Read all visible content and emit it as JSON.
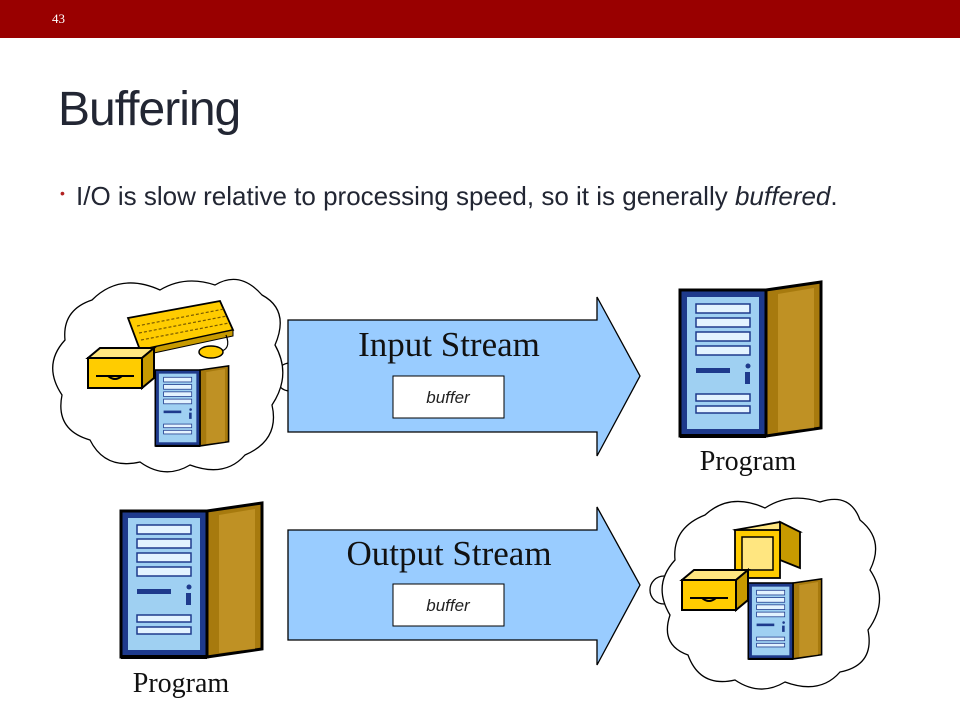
{
  "slide": {
    "number": "43",
    "title": "Buffering",
    "bullet_text": "I/O is slow relative to processing speed, so it is generally ",
    "bullet_emphasis": "buffered",
    "bullet_end": "."
  },
  "diagram": {
    "input_stream_label": "Input Stream",
    "output_stream_label": "Output Stream",
    "buffer_label": "buffer",
    "program_label": "Program"
  },
  "colors": {
    "header_bar": "#990000",
    "arrow_fill": "#99ccff",
    "tower_front": "#1e3a8c",
    "tower_side": "#a77a0e",
    "device_yellow": "#ffcc00"
  }
}
